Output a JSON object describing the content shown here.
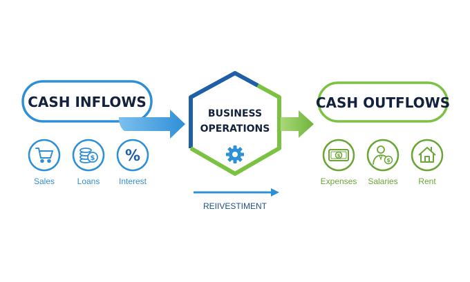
{
  "colors": {
    "blue": "#2f8fd6",
    "dark_blue": "#1e5fa8",
    "green": "#7cc242",
    "dark_green": "#6aa536",
    "navy_text": "#14213d"
  },
  "inflows": {
    "title": "CASH INFLOWS",
    "items": [
      {
        "label": "Sales",
        "icon": "shopping-cart-icon"
      },
      {
        "label": "Loans",
        "icon": "coins-stack-icon"
      },
      {
        "label": "Interest",
        "icon": "percent-icon"
      }
    ]
  },
  "center": {
    "line1": "BUSINESS",
    "line2": "OPERATIONS",
    "icon": "gear-icon"
  },
  "outflows": {
    "title": "CASH OUTFLOWS",
    "items": [
      {
        "label": "Expenses",
        "icon": "banknote-icon"
      },
      {
        "label": "Salaries",
        "icon": "employee-icon"
      },
      {
        "label": "Rent",
        "icon": "house-icon"
      }
    ]
  },
  "reinvestment": {
    "label": "REIIVESTIMENT"
  }
}
